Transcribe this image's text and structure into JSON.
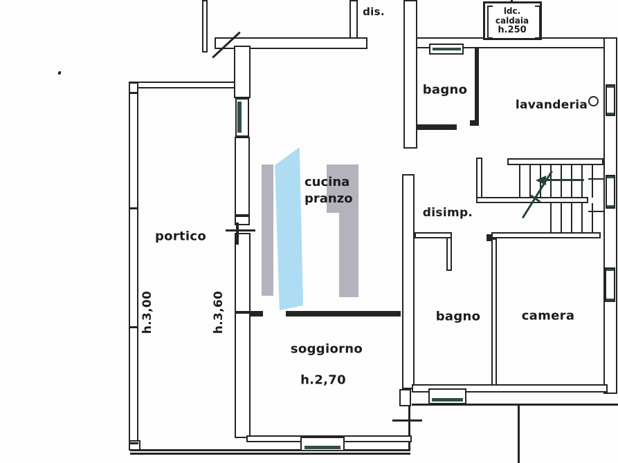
{
  "type": "floor-plan",
  "language": "it",
  "colors": {
    "wall": "#242424",
    "window_glass": "#2e4f47",
    "text": "#1b1b1b",
    "background": "#fdfdfd",
    "watermark_gray": "#b3b3bd",
    "watermark_blue": "#aedcf2"
  },
  "watermark": {
    "shapes": [
      "gray-bar",
      "blue-flag",
      "gray-stem-with-flag"
    ]
  },
  "labels": {
    "dis": "dis.",
    "boiler_room": {
      "line1": "ldc.",
      "line2": "caldaia",
      "line3": "h.250"
    },
    "bagno_top": "bagno",
    "lavanderia": "lavanderia",
    "kitchen": {
      "line1": "cucina",
      "line2": "pranzo"
    },
    "disimpegno": "disimp.",
    "portico": "portico",
    "portico_height_left": "h.3,00",
    "portico_height_right": "h.3,60",
    "soggiorno": "soggiorno",
    "soggiorno_height": "h.2,70",
    "bagno_bottom": "bagno",
    "camera": "camera"
  }
}
